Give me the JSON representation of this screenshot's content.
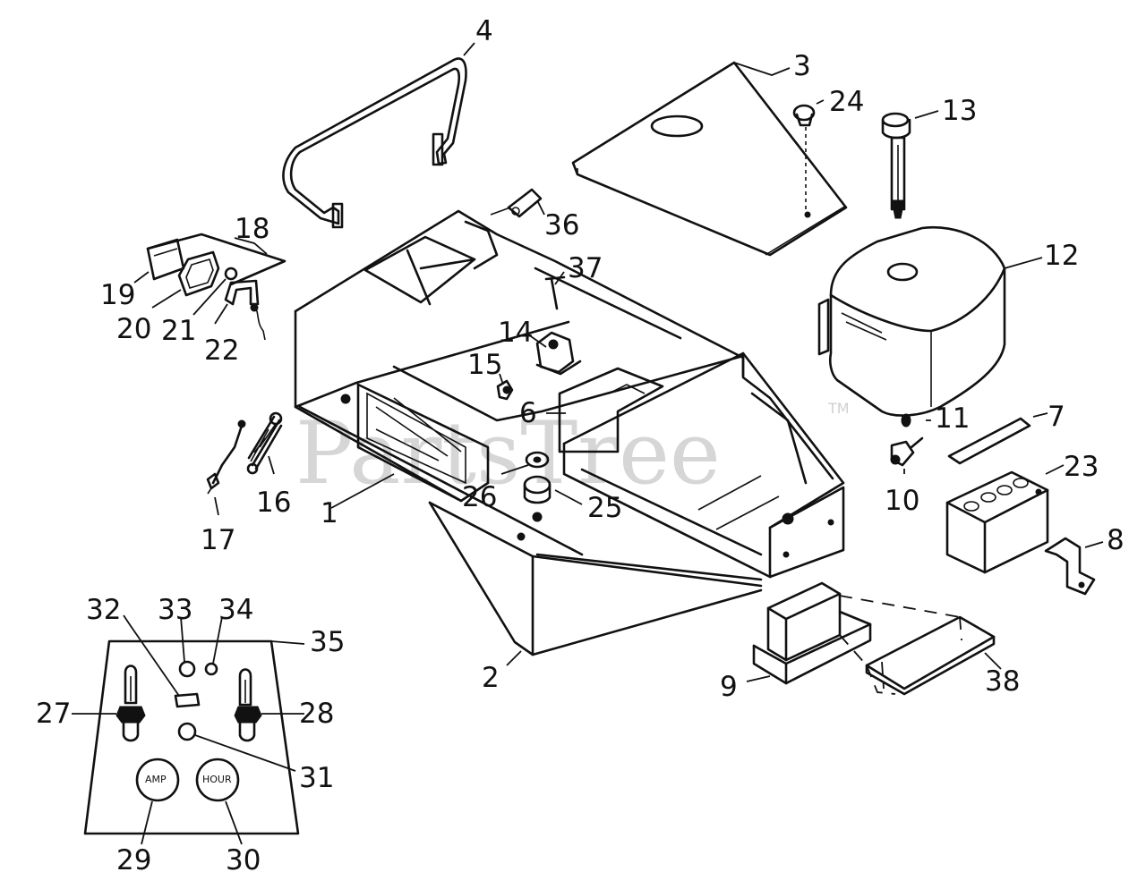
{
  "watermark": {
    "text": "PartsTree",
    "trademark": "TM"
  },
  "callouts": {
    "c1": "1",
    "c2": "2",
    "c3": "3",
    "c4": "4",
    "c6": "6",
    "c7": "7",
    "c8": "8",
    "c9": "9",
    "c10": "10",
    "c11": "11",
    "c12": "12",
    "c13": "13",
    "c14": "14",
    "c15": "15",
    "c16": "16",
    "c17": "17",
    "c18": "18",
    "c19": "19",
    "c20": "20",
    "c21": "21",
    "c22": "22",
    "c23": "23",
    "c24": "24",
    "c25": "25",
    "c26": "26",
    "c27": "27",
    "c28": "28",
    "c29": "29",
    "c30": "30",
    "c31": "31",
    "c32": "32",
    "c33": "33",
    "c34": "34",
    "c35": "35",
    "c36": "36",
    "c37": "37",
    "c38": "38"
  },
  "gauges": {
    "amp": "AMP",
    "hour": "HOUR"
  }
}
